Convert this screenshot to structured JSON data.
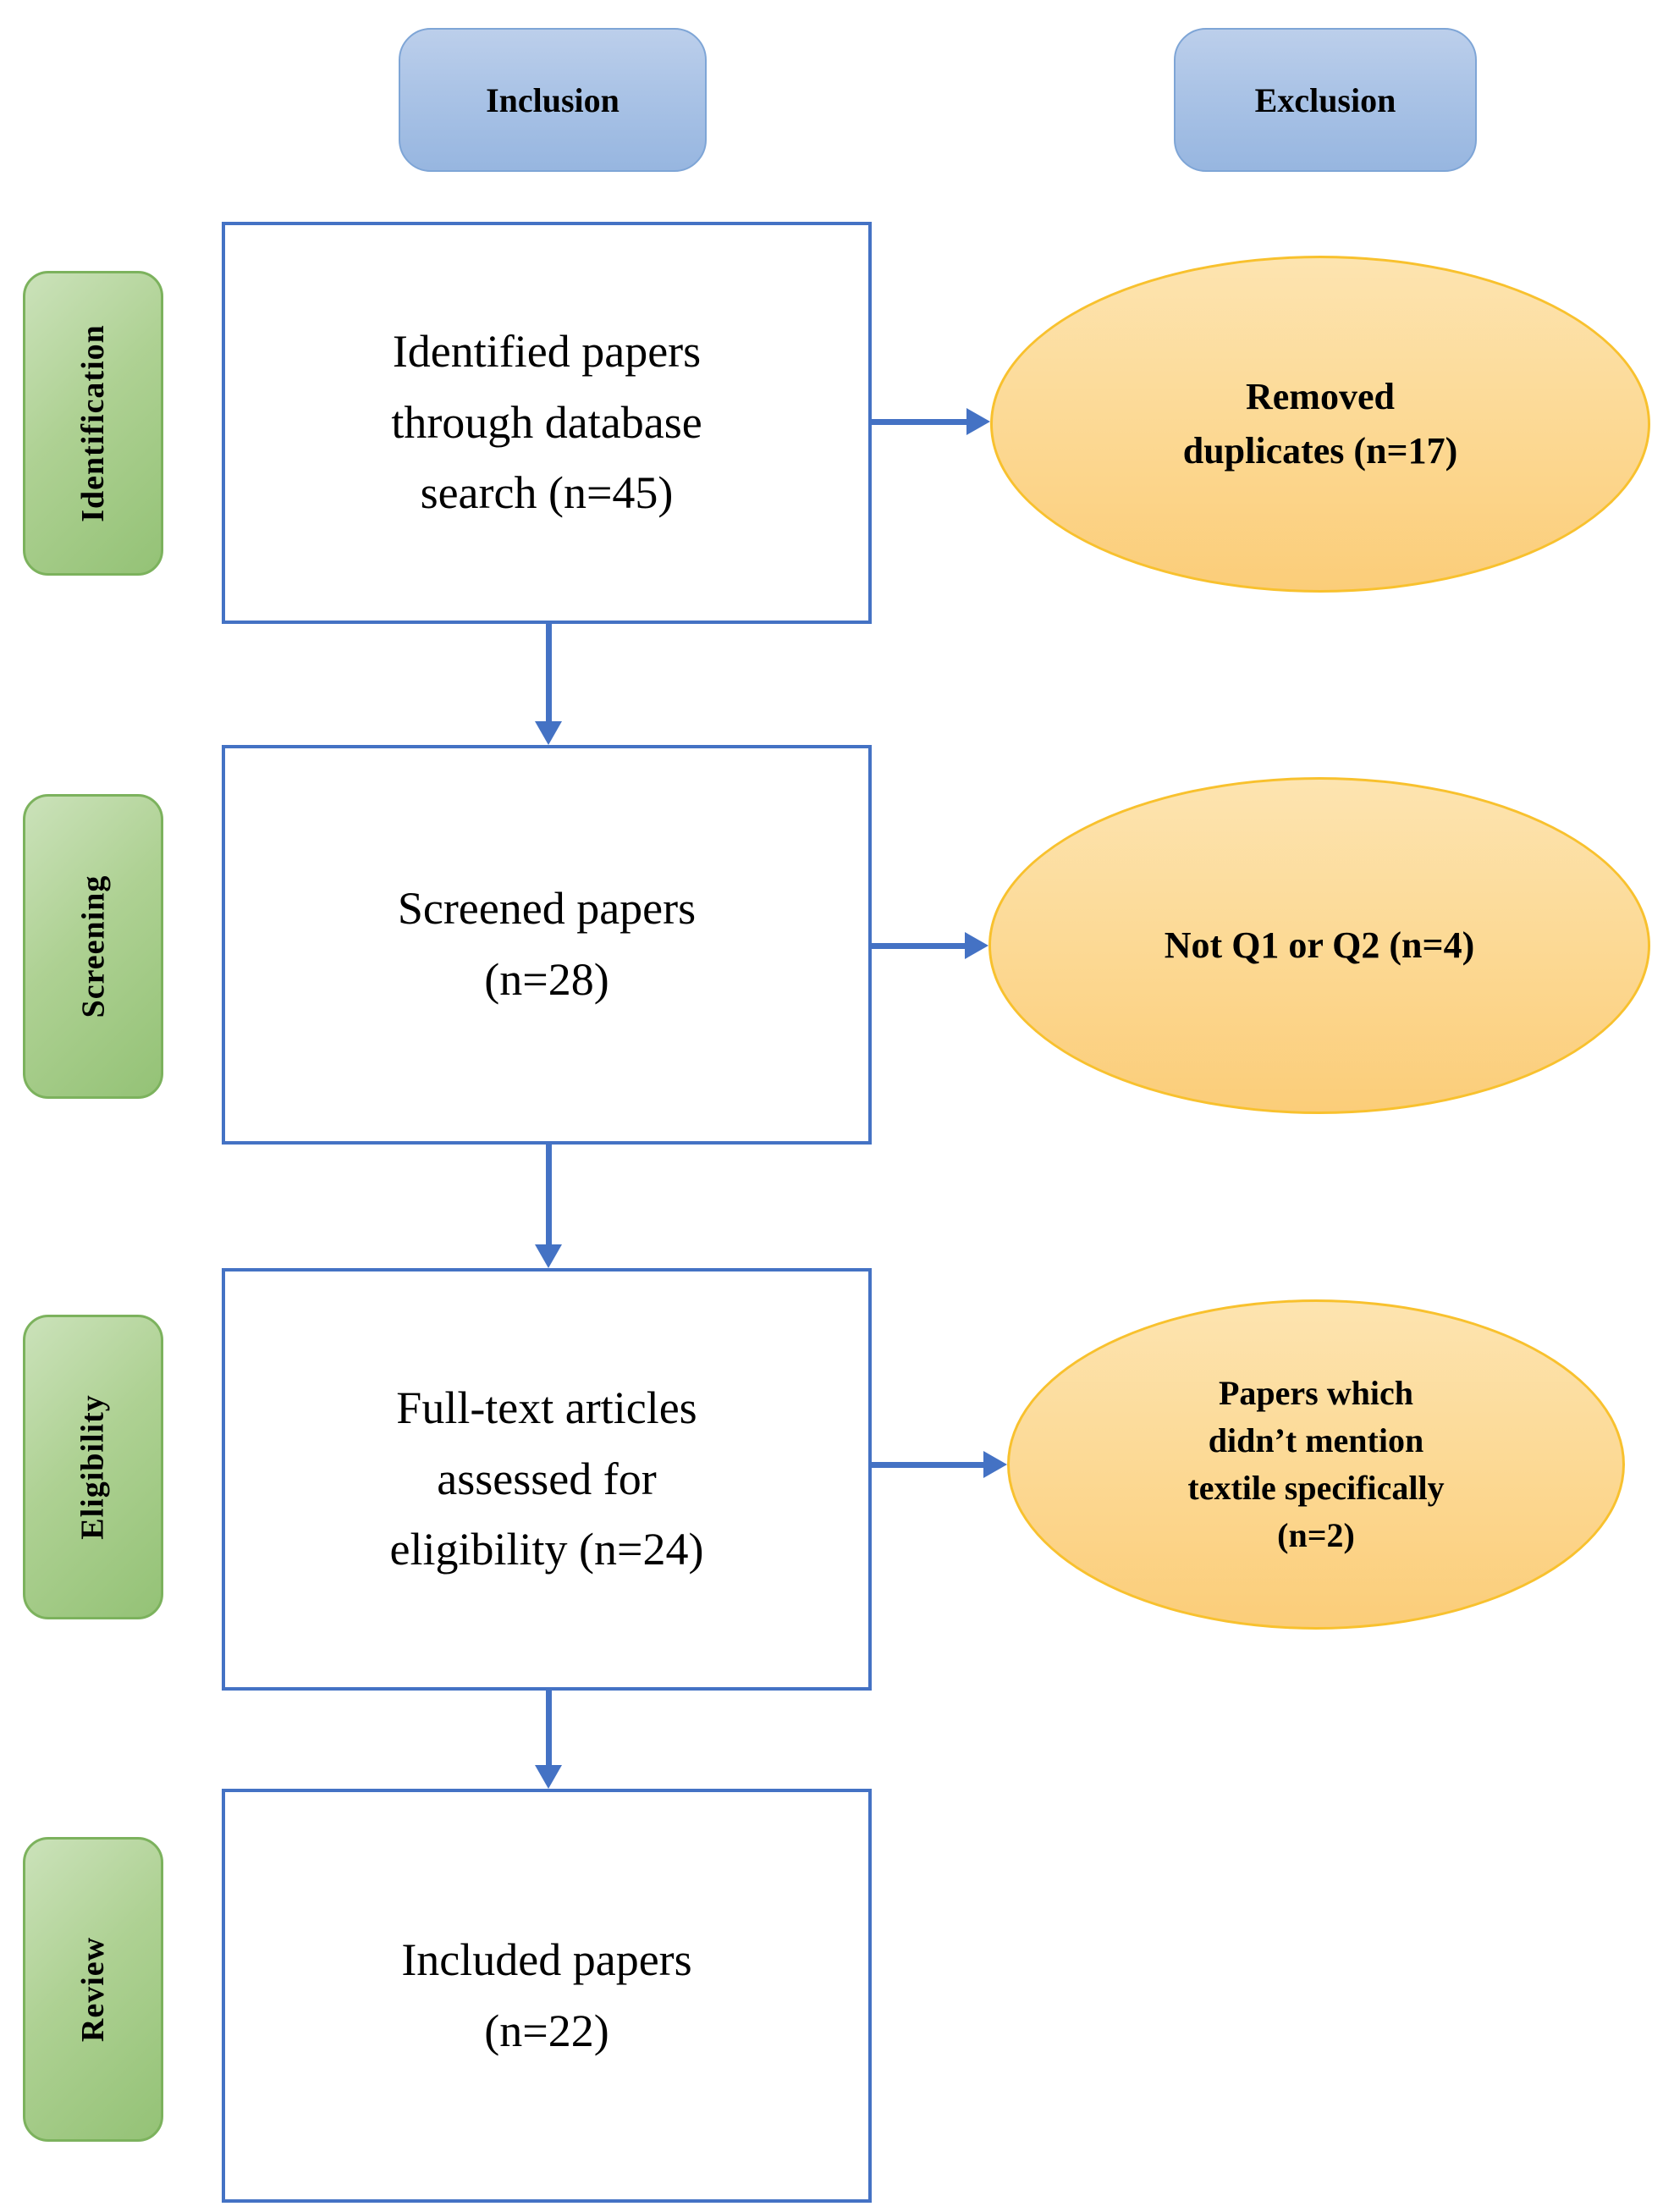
{
  "columns": {
    "inclusion": "Inclusion",
    "exclusion": "Exclusion"
  },
  "phases": [
    {
      "label": "Identification"
    },
    {
      "label": "Screening"
    },
    {
      "label": "Eligibility"
    },
    {
      "label": "Review"
    }
  ],
  "inclusion_steps": [
    {
      "text": "Identified papers\nthrough database\nsearch (n=45)",
      "count": 45
    },
    {
      "text": "Screened papers\n(n=28)",
      "count": 28
    },
    {
      "text": "Full-text articles\nassessed for\neligibility (n=24)",
      "count": 24
    },
    {
      "text": "Included papers\n(n=22)",
      "count": 22
    }
  ],
  "exclusion_steps": [
    {
      "text": "Removed\nduplicates (n=17)",
      "count": 17
    },
    {
      "text": "Not Q1 or Q2 (n=4)",
      "count": 4
    },
    {
      "text": "Papers which\ndidn’t mention\ntextile specifically\n(n=2)",
      "count": 2
    }
  ],
  "colors": {
    "arrow_blue": "#4472c4",
    "flow_box_border": "#4472c4",
    "header_fill_top": "#bccfeb",
    "header_fill_bottom": "#97b6e0",
    "header_border": "#7ea5d6",
    "phase_fill_top": "#cbe2ba",
    "phase_fill_bottom": "#94c276",
    "phase_border": "#7cb25d",
    "ellipse_fill_top": "#fde4b0",
    "ellipse_fill_bottom": "#fbcd79",
    "ellipse_border": "#f8c12e",
    "text": "#000000",
    "background": "#ffffff"
  }
}
